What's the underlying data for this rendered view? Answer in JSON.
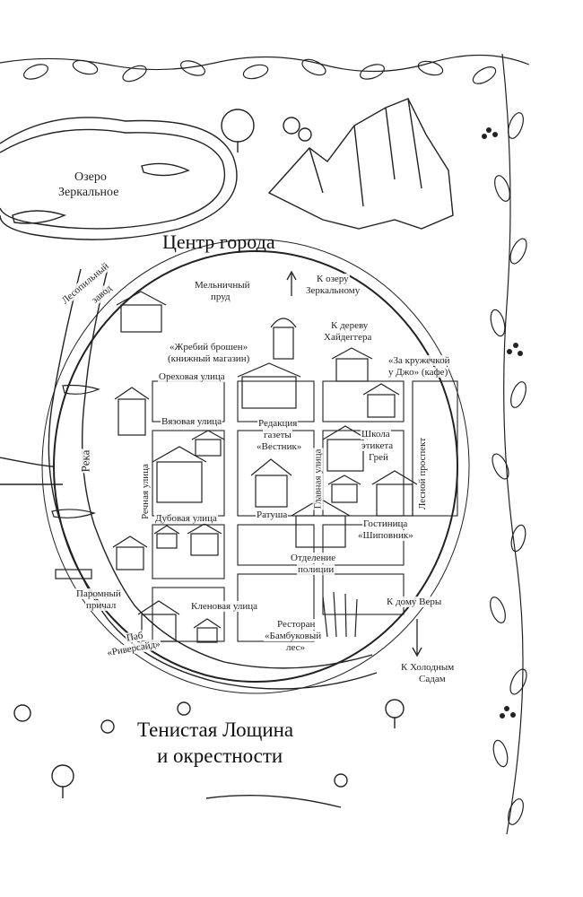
{
  "map": {
    "center_title": "Центр города",
    "region_title_line1": "Тенистая Лощина",
    "region_title_line2": "и окрестности",
    "lake": [
      "Озеро",
      "Зеркальное"
    ],
    "river": "Река",
    "sawmill": [
      "Лесопильный",
      "завод"
    ],
    "mill_pond": [
      "Мельничный",
      "пруд"
    ],
    "to_lake": [
      "К озеру",
      "Зеркальному"
    ],
    "to_tree": [
      "К дереву",
      "Хайдеггера"
    ],
    "bookstore": [
      "«Жребий брошен»",
      "(книжный магазин)"
    ],
    "cafe": [
      "«За кружечкой",
      "у Джо» (кафе)"
    ],
    "street_walnut": "Ореховая улица",
    "street_elm": "Вязовая улица",
    "street_oak": "Дубовая улица",
    "street_maple": "Кленовая улица",
    "street_river": "Речная улица",
    "street_main": "Главная улица",
    "street_forest": "Лесной проспект",
    "newspaper": [
      "Редакция",
      "газеты",
      "«Вестник»"
    ],
    "etiquette_school": [
      "Школа",
      "этикета",
      "Грей"
    ],
    "town_hall": "Ратуша",
    "hotel": [
      "Гостиница",
      "«Шиповник»"
    ],
    "police": [
      "Отделение",
      "полиции"
    ],
    "ferry": [
      "Паромный",
      "причал"
    ],
    "to_vera": "К дому Веры",
    "restaurant": [
      "Ресторан",
      "«Бамбуковый",
      "лес»"
    ],
    "pub": [
      "Паб",
      "«Риверсайд»"
    ],
    "to_gardens": [
      "К Холодным",
      "Садам"
    ]
  }
}
